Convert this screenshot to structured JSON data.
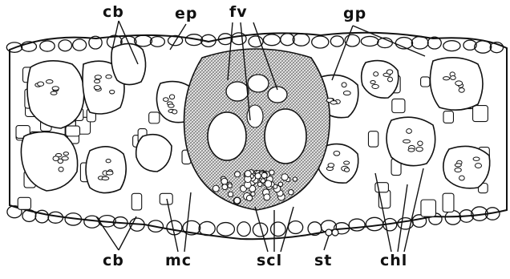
{
  "figure": {
    "labels": {
      "cb_top": "cb",
      "ep": "ep",
      "fv": "fv",
      "gp": "gp",
      "cb_bottom": "cb",
      "mc": "mc",
      "scl": "scl",
      "st": "st",
      "chl": "chl"
    },
    "colors": {
      "ink": "#111111",
      "paper": "#ffffff",
      "sheath_hatch": "#9a9a9a"
    }
  }
}
